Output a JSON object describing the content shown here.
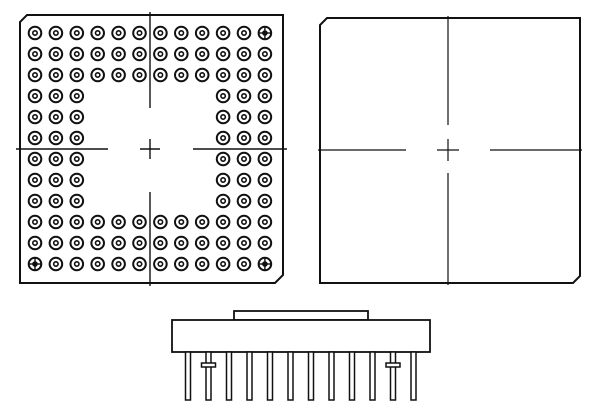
{
  "colors": {
    "ink": "#111111",
    "background": "#ffffff"
  },
  "top_view": {
    "pin_grid": {
      "rows": 12,
      "cols": 12,
      "perimeter_rows": 3
    },
    "keyed_pins": [
      "top-right",
      "bottom-left",
      "bottom-right"
    ]
  },
  "side_view": {
    "pin_count": 12,
    "standoff_pins": [
      2,
      11
    ]
  }
}
